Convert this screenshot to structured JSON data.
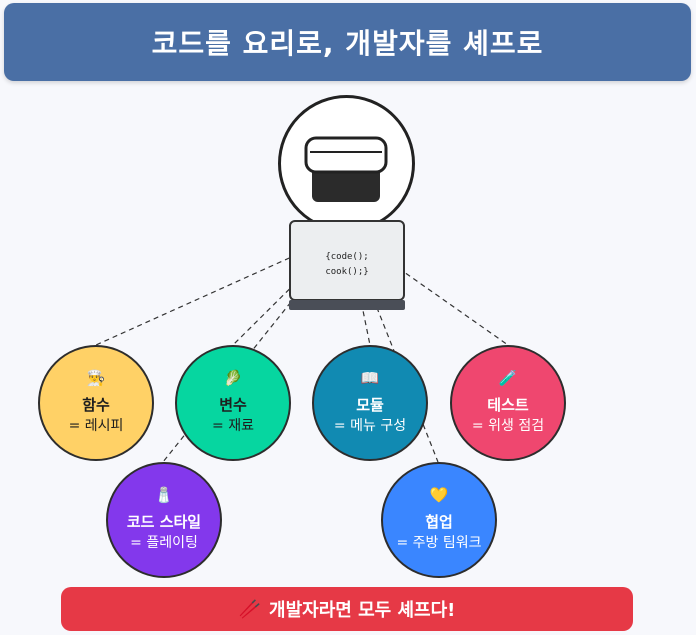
{
  "header": {
    "title": "코드를 요리로, 개발자를 셰프로"
  },
  "center": {
    "code_line1": "{code();",
    "code_line2": "cook();}"
  },
  "nodes": [
    {
      "id": "function",
      "icon": "👨‍🍳",
      "name": "함수",
      "desc": "= 레시피",
      "color": "#ffd166"
    },
    {
      "id": "variable",
      "icon": "🥬",
      "name": "변수",
      "desc": "= 재료",
      "color": "#06d6a0"
    },
    {
      "id": "module",
      "icon": "📖",
      "name": "모듈",
      "desc": "= 메뉴 구성",
      "color": "#118ab2"
    },
    {
      "id": "test",
      "icon": "🧪",
      "name": "테스트",
      "desc": "= 위생 점검",
      "color": "#ef476f"
    },
    {
      "id": "code-style",
      "icon": "🧂",
      "name": "코드 스타일",
      "desc": "= 플레이팅",
      "color": "#8338ec"
    },
    {
      "id": "collaboration",
      "icon": "💛",
      "name": "협업",
      "desc": "= 주방 팀워크",
      "color": "#3a86ff"
    }
  ],
  "footer": {
    "icon": "🥢",
    "text": "개발자라면 모두 셰프다!"
  }
}
